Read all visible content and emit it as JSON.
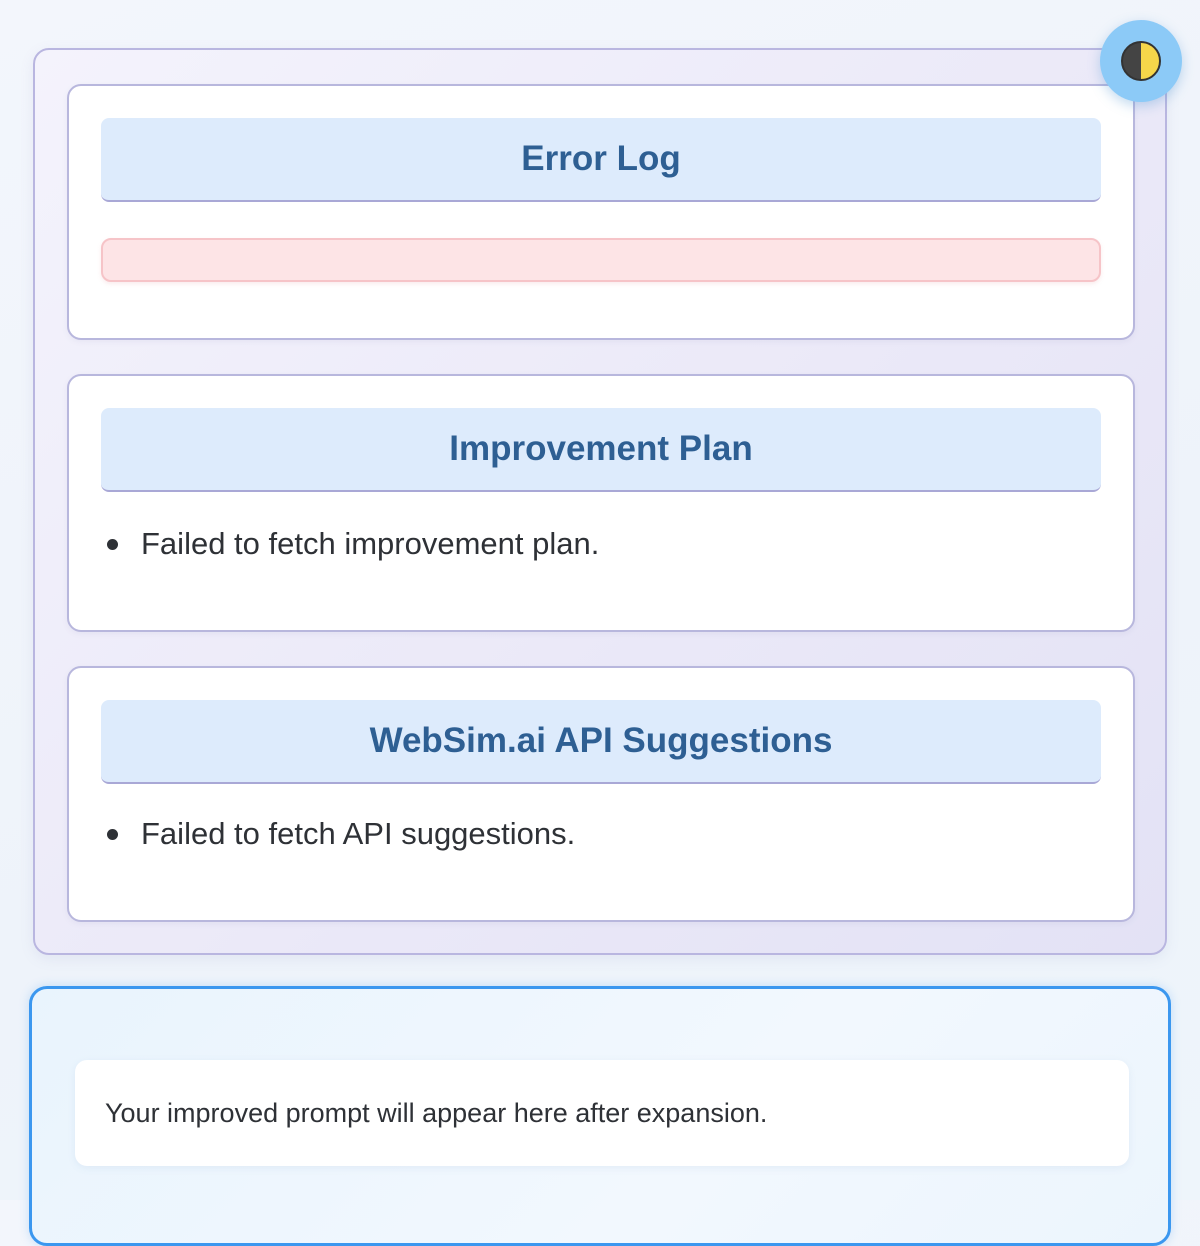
{
  "theme_toggle": {
    "icon": "half-moon-icon"
  },
  "error_log": {
    "title": "Error Log",
    "message": ""
  },
  "improvement_plan": {
    "title": "Improvement Plan",
    "items": [
      "Failed to fetch improvement plan."
    ]
  },
  "api_suggestions": {
    "title": "WebSim.ai API Suggestions",
    "items": [
      "Failed to fetch API suggestions."
    ]
  },
  "improved_prompt": {
    "placeholder": "Your improved prompt will appear here after expansion."
  },
  "colors": {
    "header_bg": "#ddebfc",
    "header_text": "#2e5f93",
    "error_bg": "#fde4e6",
    "accent_border": "#3b97ef"
  }
}
